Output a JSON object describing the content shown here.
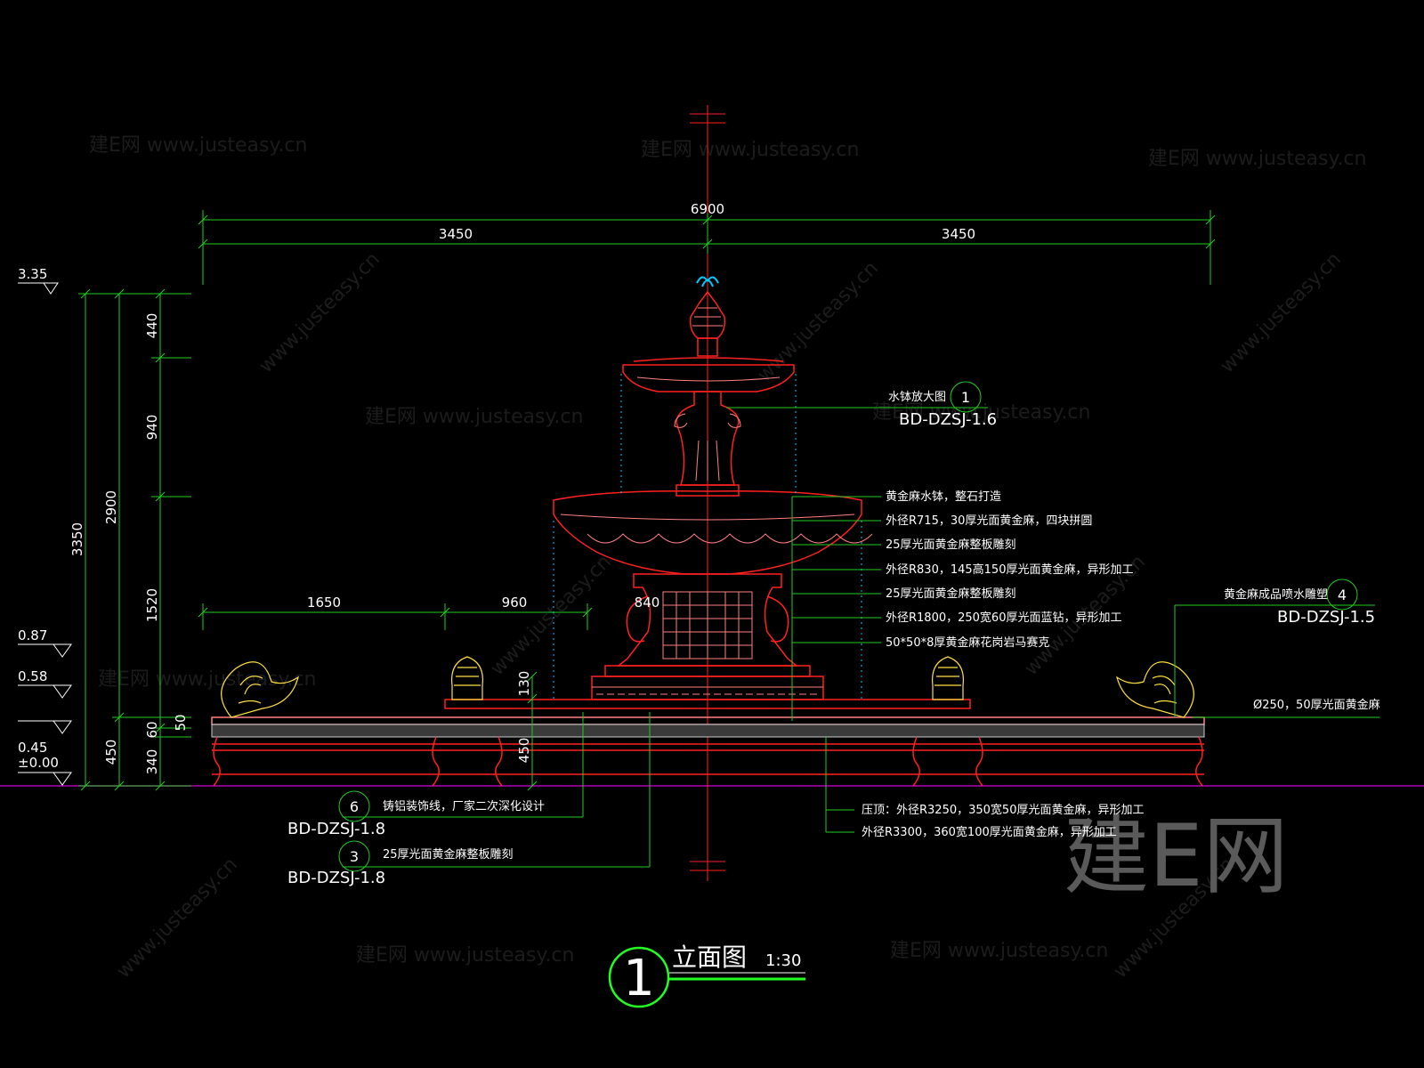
{
  "colors": {
    "background": "#000000",
    "dimension": "#22cc22",
    "outline": "#ff2020",
    "detail": "#ff8080",
    "text": "#ffffff",
    "ornament": "#ffe040",
    "water": "#00ccff",
    "ground": "#b000b0"
  },
  "dimensions": {
    "total_width": "6900",
    "half_left": "3450",
    "half_right": "3450",
    "inner_1": "1650",
    "inner_2": "960",
    "inner_3": "840",
    "ht_440": "440",
    "ht_940": "940",
    "ht_1520": "1520",
    "ht_2900": "2900",
    "ht_3350": "3350",
    "ht_450a": "450",
    "ht_340": "340",
    "ht_60": "60",
    "ht_50": "50",
    "ht_130": "130",
    "ht_450b": "450"
  },
  "levels": {
    "top": "3.35",
    "l087": "0.87",
    "l058": "0.58",
    "l045": "0.45",
    "ground": "±0.00"
  },
  "callouts": {
    "ref1_label": "水钵放大图",
    "ref1_num": "1",
    "ref1_code": "BD-DZSJ-1.6",
    "note1": "黄金麻水钵，整石打造",
    "note2": "外径R715，30厚光面黄金麻，四块拼圆",
    "note3": "25厚光面黄金麻整板雕刻",
    "note4": "外径R830，145高150厚光面黄金麻，异形加工",
    "note5": "25厚光面黄金麻整板雕刻",
    "note6": "外径R1800，250宽60厚光面蓝钻，异形加工",
    "note7": "50*50*8厚黄金麻花岗岩马赛克",
    "ref4_label": "黄金麻成品喷水雕塑",
    "ref4_num": "4",
    "ref4_code": "BD-DZSJ-1.5",
    "note8": "Ø250，50厚光面黄金麻",
    "ref6_num": "6",
    "ref6_label": "铸铝装饰线，厂家二次深化设计",
    "ref6_code": "BD-DZSJ-1.8",
    "ref3_num": "3",
    "ref3_label": "25厚光面黄金麻整板雕刻",
    "ref3_code": "BD-DZSJ-1.8",
    "note9": "压顶：外径R3250，350宽50厚光面黄金麻，异形加工",
    "note10": "外径R3300，360宽100厚光面黄金麻，异形加工"
  },
  "title": {
    "num": "1",
    "text": "立面图",
    "scale": "1:30"
  },
  "watermark": {
    "cn": "建E网 www.justeasy.cn",
    "url": "www.justeasy.cn",
    "logo": "建E网"
  }
}
